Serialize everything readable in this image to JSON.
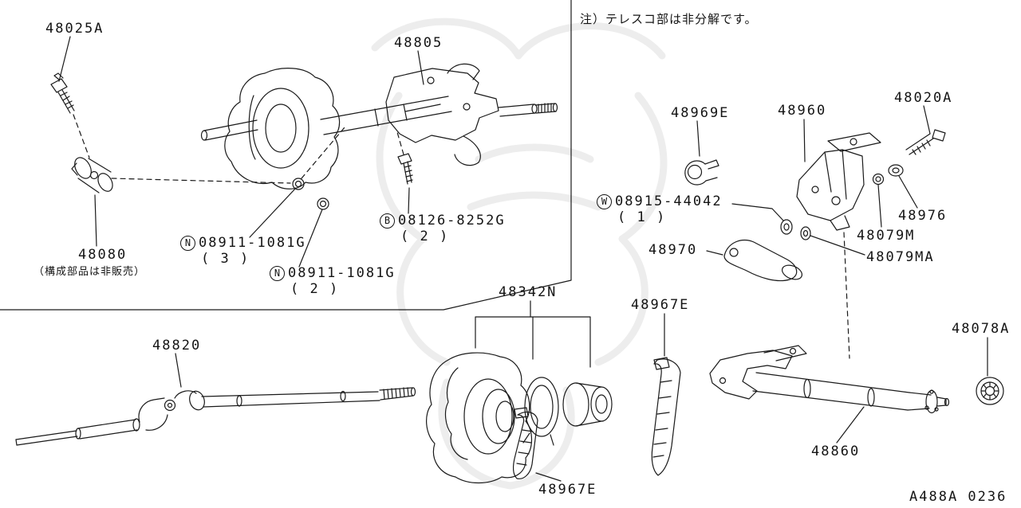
{
  "note": "注）テレスコ部は非分解です。",
  "doc_code": "A488A 0236",
  "labels": {
    "p48025a": {
      "text": "48025A"
    },
    "p48805": {
      "text": "48805"
    },
    "p48969e": {
      "text": "48969E"
    },
    "p48960": {
      "text": "48960"
    },
    "p48020a": {
      "text": "48020A"
    },
    "w08915": {
      "prefix": "W",
      "text": "08915-44042",
      "qty": "( 1 )"
    },
    "p48976": {
      "text": "48976"
    },
    "p48079m": {
      "text": "48079M"
    },
    "p48970": {
      "text": "48970"
    },
    "p48079ma": {
      "text": "48079MA"
    },
    "p48080": {
      "text": "48080",
      "sub": "（構成部品は非販売）"
    },
    "n08911a": {
      "prefix": "N",
      "text": "08911-1081G",
      "qty": "( 3 )"
    },
    "b08126": {
      "prefix": "B",
      "text": "08126-8252G",
      "qty": "( 2 )"
    },
    "n08911b": {
      "prefix": "N",
      "text": "08911-1081G",
      "qty": "( 2 )"
    },
    "p48342n": {
      "text": "48342N"
    },
    "p48967e_top": {
      "text": "48967E"
    },
    "p48820": {
      "text": "48820"
    },
    "p48078a": {
      "text": "48078A"
    },
    "p48967e_bottom": {
      "text": "48967E"
    },
    "p48860": {
      "text": "48860"
    }
  }
}
